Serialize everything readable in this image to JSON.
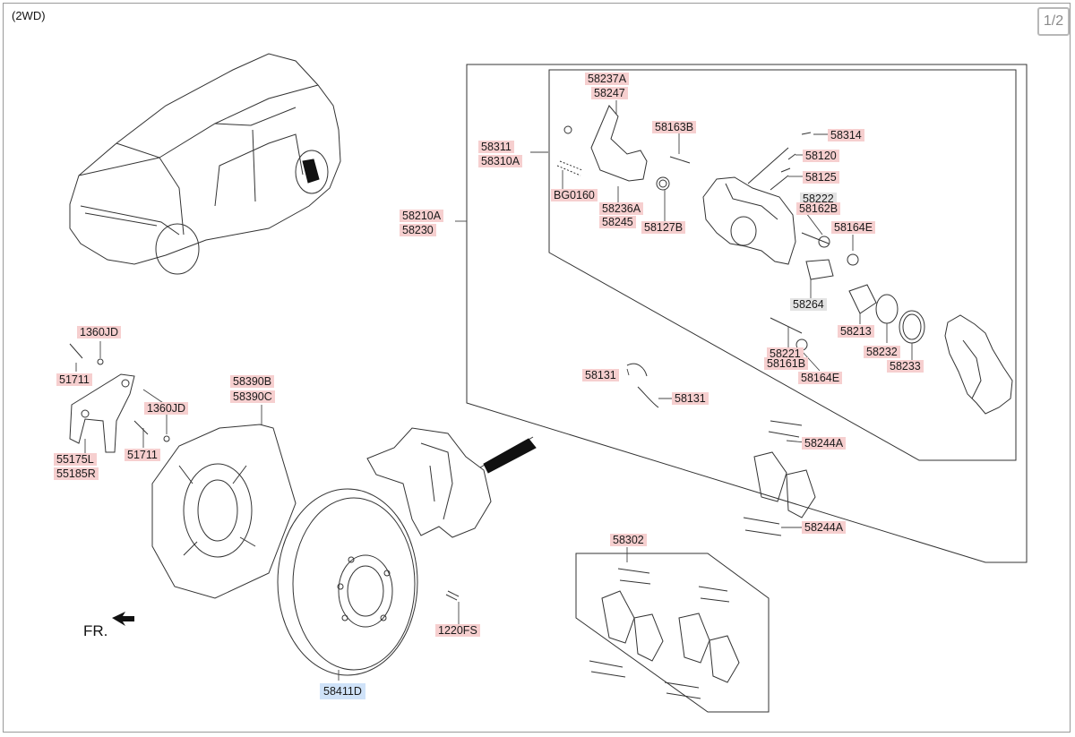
{
  "diagram": {
    "variant_label": "(2WD)",
    "pager": "1/2",
    "direction_label": "FR.",
    "selected_part": "58411D",
    "parts": {
      "p58237A": "58237A",
      "p58247": "58247",
      "p58163B": "58163B",
      "p58314": "58314",
      "p58311": "58311",
      "p58310A": "58310A",
      "p58120": "58120",
      "p58125": "58125",
      "pBG0160": "BG0160",
      "p58222": "58222",
      "p58162B": "58162B",
      "p58236A": "58236A",
      "p58245": "58245",
      "p58127B": "58127B",
      "p58164E_a": "58164E",
      "p58210A": "58210A",
      "p58230": "58230",
      "p58264": "58264",
      "p58213": "58213",
      "p58232": "58232",
      "p58233": "58233",
      "p58221": "58221",
      "p58161B": "58161B",
      "p58164E_b": "58164E",
      "p58131_a": "58131",
      "p58131_b": "58131",
      "p1360JD_a": "1360JD",
      "p51711_a": "51711",
      "p58390B": "58390B",
      "p58390C": "58390C",
      "p1360JD_b": "1360JD",
      "p55175L": "55175L",
      "p55185R": "55185R",
      "p51711_b": "51711",
      "p58244A_a": "58244A",
      "p58244A_b": "58244A",
      "p58302": "58302",
      "p1220FS": "1220FS",
      "p58411D": "58411D"
    }
  }
}
